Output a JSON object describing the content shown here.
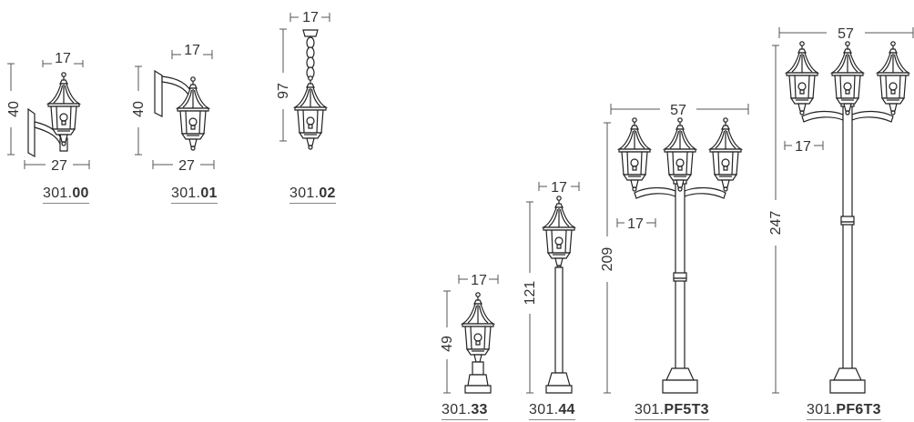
{
  "products": [
    {
      "code_prefix": "301.",
      "code_suffix": "00",
      "width": "17",
      "height": "40",
      "depth": "27"
    },
    {
      "code_prefix": "301.",
      "code_suffix": "01",
      "width": "17",
      "height": "40",
      "depth": "27"
    },
    {
      "code_prefix": "301.",
      "code_suffix": "02",
      "width": "17",
      "height": "97"
    },
    {
      "code_prefix": "301.",
      "code_suffix": "33",
      "width": "17",
      "height": "49"
    },
    {
      "code_prefix": "301.",
      "code_suffix": "44",
      "width": "17",
      "height": "121"
    },
    {
      "code_prefix": "301.",
      "code_suffix": "PF5T3",
      "width": "57",
      "lantern_width": "17",
      "height": "209"
    },
    {
      "code_prefix": "301.",
      "code_suffix": "PF6T3",
      "width": "57",
      "lantern_width": "17",
      "height": "247"
    }
  ]
}
